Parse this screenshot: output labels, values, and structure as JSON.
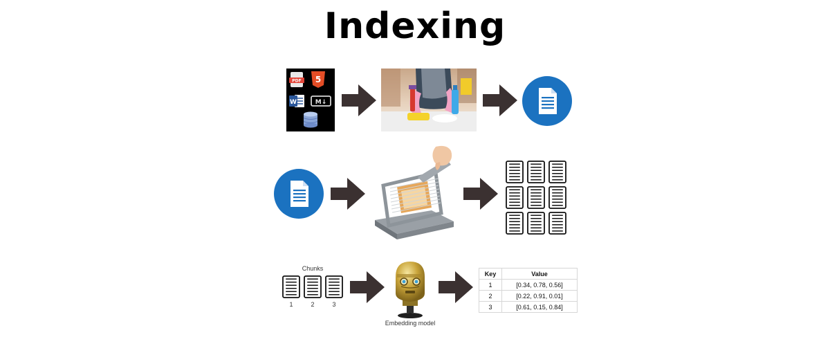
{
  "title": "Indexing",
  "source_badges": {
    "pdf": "PDF",
    "html5": "5",
    "word": "W",
    "markdown": "M↓"
  },
  "row3": {
    "chunks_label": "Chunks",
    "chunk_numbers": [
      "1",
      "2",
      "3"
    ],
    "model_label": "Embedding model"
  },
  "table": {
    "headers": [
      "Key",
      "Value"
    ],
    "rows": [
      [
        "1",
        "[0.34, 0.78, 0.56]"
      ],
      [
        "2",
        "[0.22, 0.91, 0.01]"
      ],
      [
        "3",
        "[0.61, 0.15, 0.84]"
      ]
    ]
  },
  "colors": {
    "arrow": "#3b3131",
    "doc_circle": "#1b72c0"
  }
}
